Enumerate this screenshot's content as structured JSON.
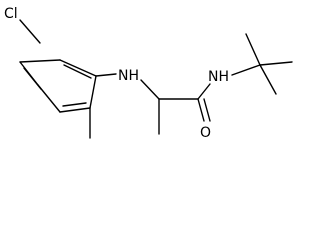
{
  "molecule": {
    "atoms": {
      "chloro": "Cl",
      "amine_nh": "NH",
      "amide_nh": "NH",
      "carbonyl_o": "O"
    }
  },
  "colors": {
    "bond": "#000000",
    "label": "#000000",
    "background": "#ffffff"
  }
}
